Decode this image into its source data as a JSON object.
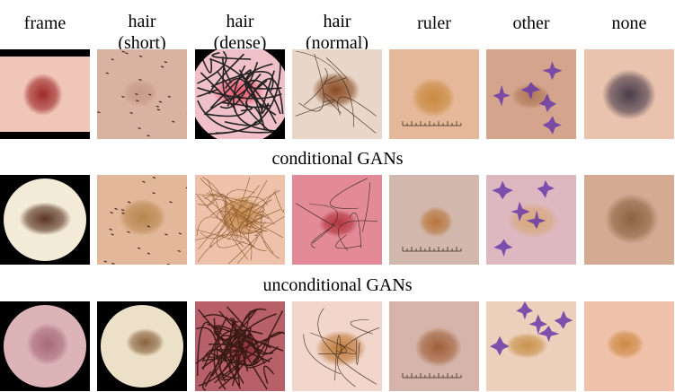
{
  "columns": [
    {
      "line1": "frame",
      "line2": ""
    },
    {
      "line1": "hair",
      "line2": "(short)"
    },
    {
      "line1": "hair",
      "line2": "(dense)"
    },
    {
      "line1": "hair",
      "line2": "(normal)"
    },
    {
      "line1": "ruler",
      "line2": ""
    },
    {
      "line1": "other",
      "line2": ""
    },
    {
      "line1": "none",
      "line2": ""
    }
  ],
  "sections": {
    "conditional": "conditional GANs",
    "unconditional": "unconditional GANs"
  },
  "rows": [
    {
      "tiles": [
        {
          "artifact": "frame-bars",
          "skin": "#f0c6b8",
          "lesion": "#9e2a2a"
        },
        {
          "artifact": "hair-short",
          "skin": "#d9b2a2",
          "lesion": "#c79a88"
        },
        {
          "artifact": "frame-dense-hair",
          "skin": "#3a3a3a",
          "lesion": "#e85a70"
        },
        {
          "artifact": "hair-normal",
          "skin": "#e8d6c8",
          "lesion": "#8a4a22"
        },
        {
          "artifact": "ruler",
          "skin": "#e6b89a",
          "lesion": "#c98a3e"
        },
        {
          "artifact": "ink-marks",
          "skin": "#d4a58c",
          "lesion": "#b07a5a"
        },
        {
          "artifact": "none",
          "skin": "#e9c3ae",
          "lesion": "#4a3c4a"
        }
      ]
    },
    {
      "tiles": [
        {
          "artifact": "frame-circle",
          "skin": "#f3ead8",
          "lesion": "#5a3422"
        },
        {
          "artifact": "hair-short",
          "skin": "#e3b89a",
          "lesion": "#b8864e"
        },
        {
          "artifact": "hair-dense-light",
          "skin": "#eec2aa",
          "lesion": "#c78a4a"
        },
        {
          "artifact": "hair-normal",
          "skin": "#e28a98",
          "lesion": "#b2363e"
        },
        {
          "artifact": "ruler",
          "skin": "#d2b8ac",
          "lesion": "#b8763e"
        },
        {
          "artifact": "ink-marks",
          "skin": "#ddb8c0",
          "lesion": "#d8a878"
        },
        {
          "artifact": "none",
          "skin": "#d4ab92",
          "lesion": "#8a6444"
        }
      ]
    },
    {
      "tiles": [
        {
          "artifact": "frame-circle",
          "skin": "#dcb4b8",
          "lesion": "#a86a7a"
        },
        {
          "artifact": "frame-circle",
          "skin": "#ece0c8",
          "lesion": "#8a6440"
        },
        {
          "artifact": "hair-dense-dark",
          "skin": "#b8606a",
          "lesion": "#8a2a3a"
        },
        {
          "artifact": "hair-normal",
          "skin": "#f2d6cc",
          "lesion": "#c07a3a"
        },
        {
          "artifact": "ruler",
          "skin": "#d6b4aa",
          "lesion": "#a0603a"
        },
        {
          "artifact": "ink-marks",
          "skin": "#ecd0bc",
          "lesion": "#c8924a"
        },
        {
          "artifact": "none",
          "skin": "#f0c2aa",
          "lesion": "#cc8a44"
        }
      ]
    }
  ]
}
